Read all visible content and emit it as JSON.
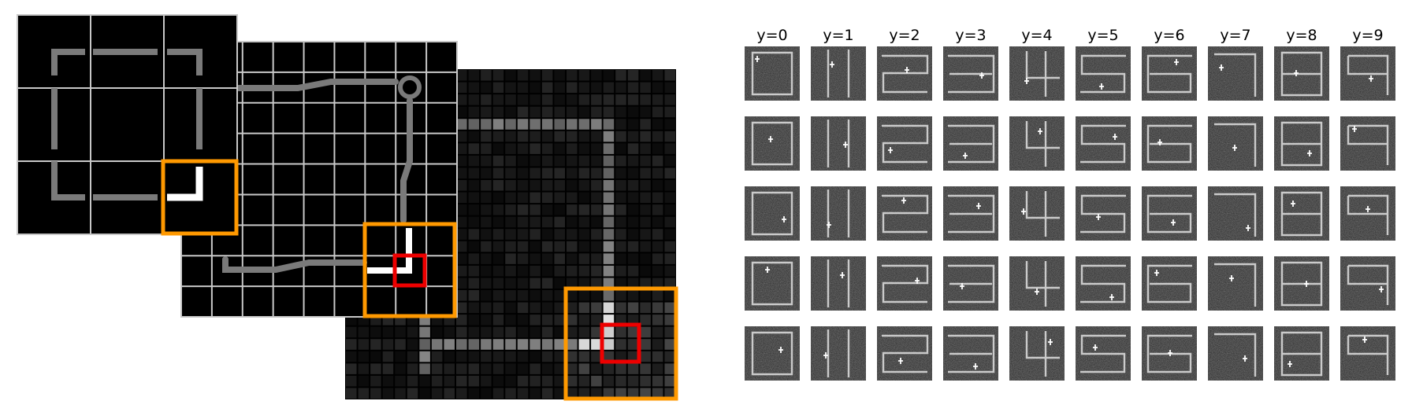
{
  "colors": {
    "grid_background": "#000000",
    "grid_line": "#c8c8c8",
    "path_gray": "#7a7a7a",
    "path_highlight": "#ffffff",
    "zoom_box": "#ff9900",
    "selection_box": "#ee0000"
  },
  "hierarchy": {
    "levels": [
      {
        "name": "coarse-3x3-grid",
        "cells": 3
      },
      {
        "name": "medium-9x9-grid",
        "cells": 9
      },
      {
        "name": "fine-27x27-heatmap",
        "cells": 27
      }
    ]
  },
  "sample_grid": {
    "rows": 5,
    "column_labels": [
      "y=0",
      "y=1",
      "y=2",
      "y=3",
      "y=4",
      "y=5",
      "y=6",
      "y=7",
      "y=8",
      "y=9"
    ]
  }
}
